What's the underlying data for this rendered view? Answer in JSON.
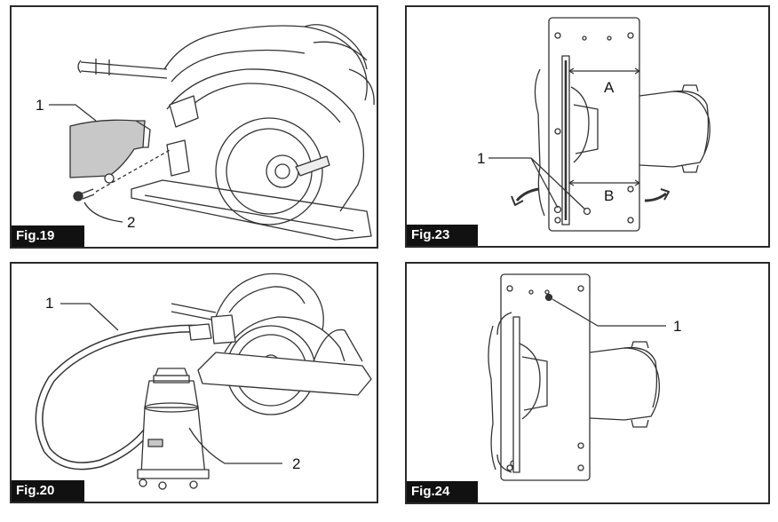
{
  "figures": {
    "fig19": {
      "label": "Fig.19",
      "callouts": [
        "1",
        "2"
      ]
    },
    "fig23": {
      "label": "Fig.23",
      "callouts": [
        "1",
        "A",
        "B"
      ]
    },
    "fig20": {
      "label": "Fig.20",
      "callouts": [
        "1",
        "2"
      ]
    },
    "fig24": {
      "label": "Fig.24",
      "callouts": [
        "1"
      ]
    }
  },
  "colors": {
    "frame": "#2a2a2a",
    "tag_bg": "#111111",
    "line": "#333333",
    "shade": "#c8c8c8"
  }
}
